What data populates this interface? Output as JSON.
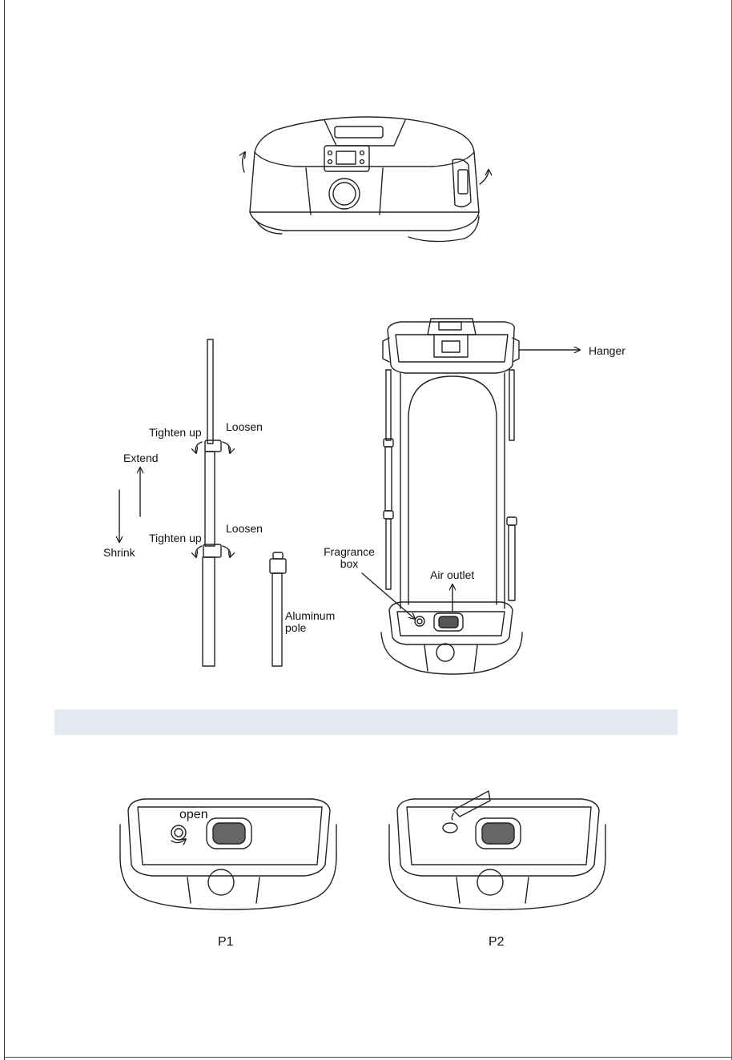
{
  "labels": {
    "hanger": "Hanger",
    "tighten_up_1": "Tighten up",
    "loosen_1": "Loosen",
    "extend": "Extend",
    "shrink": "Shrink",
    "tighten_up_2": "Tighten up",
    "loosen_2": "Loosen",
    "fragrance_line1": "Fragrance",
    "fragrance_line2": "box",
    "air_outlet": "Air outlet",
    "aluminum_line1": "Aluminum",
    "aluminum_line2": "pole",
    "open": "open",
    "p1": "P1",
    "p2": "P2"
  },
  "colors": {
    "band": "#e4e8f1",
    "line": "#222222"
  }
}
